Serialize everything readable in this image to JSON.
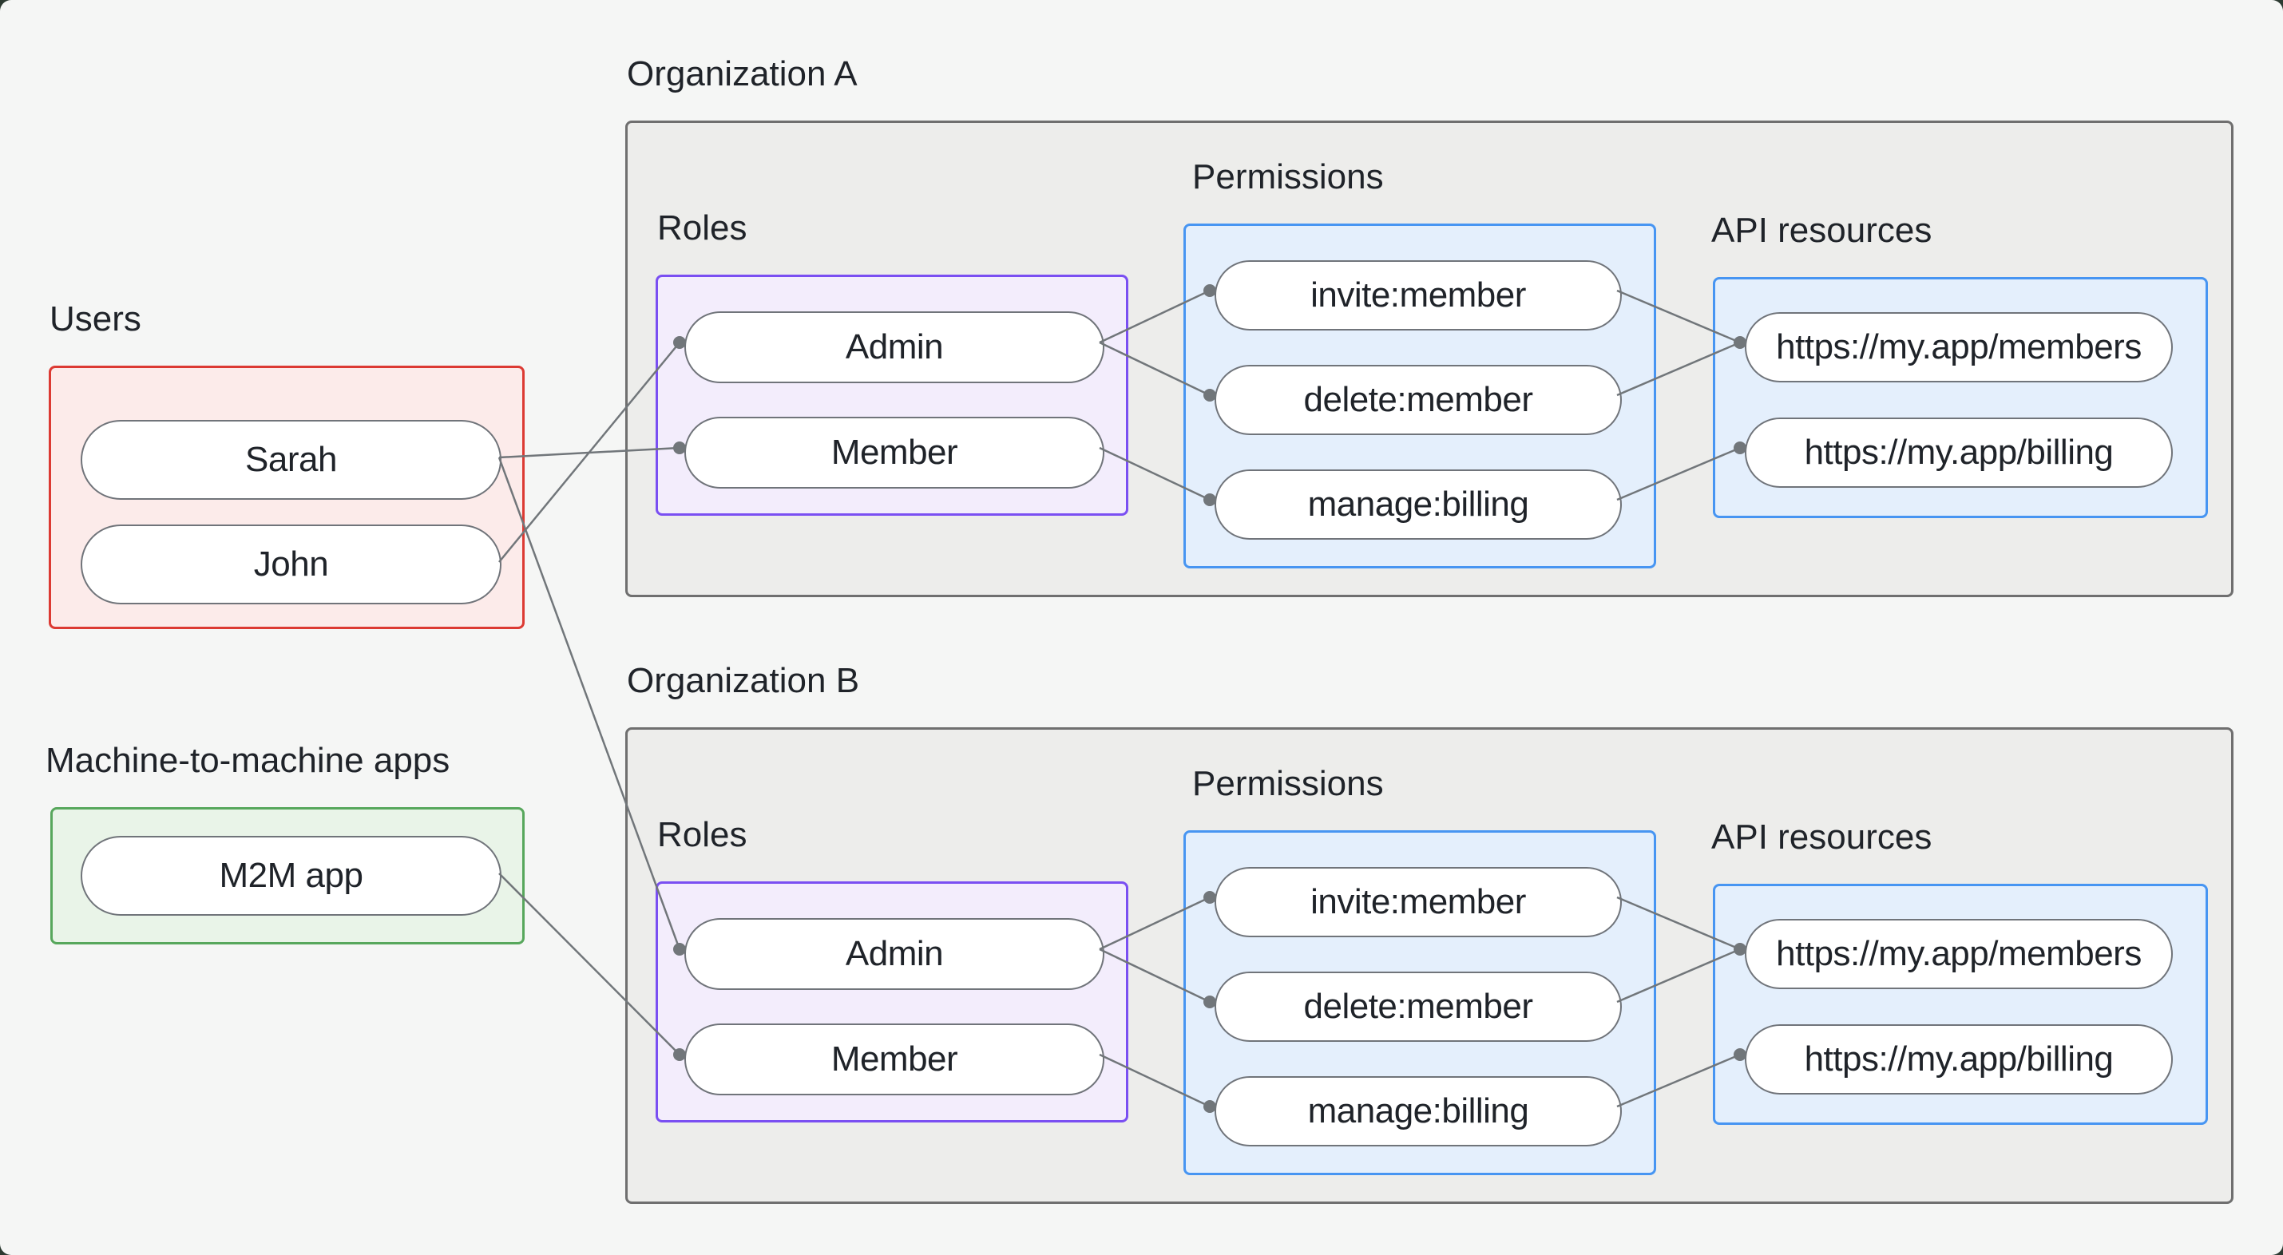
{
  "groups": {
    "users": {
      "label": "Users",
      "members": [
        "Sarah",
        "John"
      ]
    },
    "m2m": {
      "label": "Machine-to-machine apps",
      "members": [
        "M2M app"
      ]
    }
  },
  "organizations": [
    {
      "title": "Organization A",
      "roles_label": "Roles",
      "permissions_label": "Permissions",
      "api_label": "API resources",
      "roles": [
        "Admin",
        "Member"
      ],
      "permissions": [
        "invite:member",
        "delete:member",
        "manage:billing"
      ],
      "resources": [
        "https://my.app/members",
        "https://my.app/billing"
      ]
    },
    {
      "title": "Organization B",
      "roles_label": "Roles",
      "permissions_label": "Permissions",
      "api_label": "API resources",
      "roles": [
        "Admin",
        "Member"
      ],
      "permissions": [
        "invite:member",
        "delete:member",
        "manage:billing"
      ],
      "resources": [
        "https://my.app/members",
        "https://my.app/billing"
      ]
    }
  ],
  "connections": [
    {
      "from": "user-john",
      "to": "orgA-role-admin"
    },
    {
      "from": "user-sarah",
      "to": "orgA-role-member"
    },
    {
      "from": "user-sarah",
      "to": "orgB-role-admin"
    },
    {
      "from": "app-m2m",
      "to": "orgB-role-member"
    },
    {
      "from": "orgA-role-admin",
      "to": "orgA-perm-invite"
    },
    {
      "from": "orgA-role-admin",
      "to": "orgA-perm-delete"
    },
    {
      "from": "orgA-role-member",
      "to": "orgA-perm-manage"
    },
    {
      "from": "orgA-perm-invite",
      "to": "orgA-res-members"
    },
    {
      "from": "orgA-perm-delete",
      "to": "orgA-res-members"
    },
    {
      "from": "orgA-perm-manage",
      "to": "orgA-res-billing"
    },
    {
      "from": "orgB-role-admin",
      "to": "orgB-perm-invite"
    },
    {
      "from": "orgB-role-admin",
      "to": "orgB-perm-delete"
    },
    {
      "from": "orgB-role-member",
      "to": "orgB-perm-manage"
    },
    {
      "from": "orgB-perm-invite",
      "to": "orgB-res-members"
    },
    {
      "from": "orgB-perm-delete",
      "to": "orgB-res-members"
    },
    {
      "from": "orgB-perm-manage",
      "to": "orgB-res-billing"
    }
  ],
  "colors": {
    "background": "#f5f6f5",
    "backdrop": "#2c3a31",
    "org_fill": "#ededeb",
    "org_border": "#6f6f6f",
    "users_border": "#dc3a33",
    "users_fill": "#fcebea",
    "m2m_border": "#57a75c",
    "m2m_fill": "#e9f4e8",
    "roles_border": "#7a4ff2",
    "roles_fill": "#f3edfc",
    "permissions_border": "#4795f2",
    "permissions_fill": "#e4effc",
    "wire": "#71767a",
    "text": "#1f2329"
  }
}
